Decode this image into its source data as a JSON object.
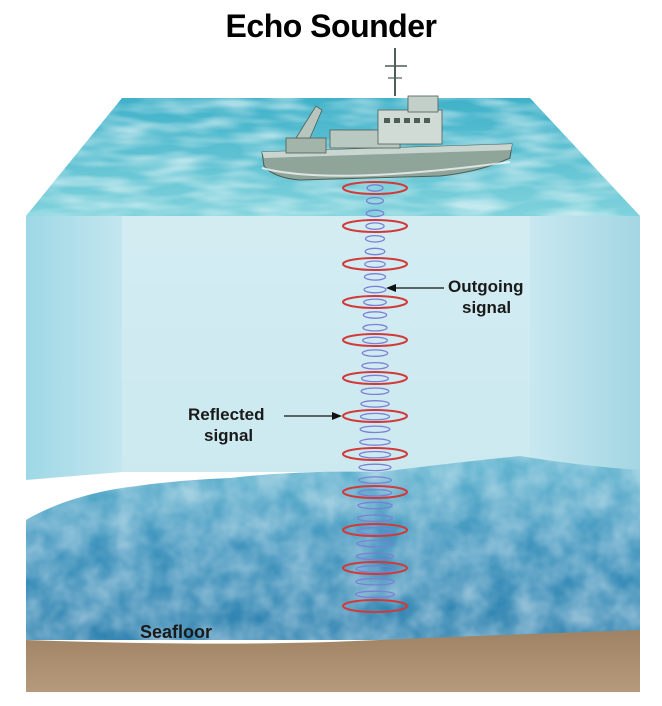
{
  "title": "Echo Sounder",
  "labels": {
    "outgoing": [
      "Outgoing",
      "signal"
    ],
    "reflected": [
      "Reflected",
      "signal"
    ],
    "seafloor": "Seafloor"
  },
  "colors": {
    "outgoing_signal": "#7b7fd6",
    "reflected_signal": "#d23a3a",
    "water_surface": "#5fc1d0",
    "water_volume": "#cdeaf1",
    "seabed": "#3e93bd",
    "sediment": "#a98b6b"
  },
  "icons": [
    "ship-icon"
  ]
}
